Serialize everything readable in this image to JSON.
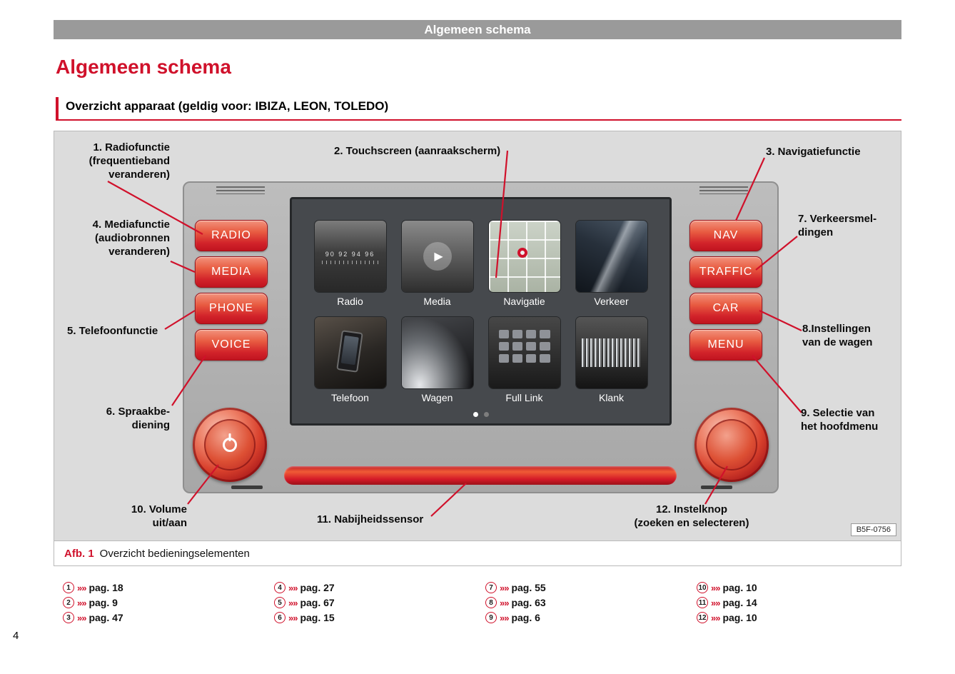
{
  "colors": {
    "accent_red": "#d0112b",
    "button_red_light": "#f2927c",
    "button_red_dark": "#c01420",
    "header_gray": "#9a9a9a",
    "figure_background": "#dcdcdc"
  },
  "page": {
    "number": "4",
    "header_bar_title": "Algemeen schema",
    "title": "Algemeen schema",
    "section_heading": "Overzicht apparaat (geldig voor: IBIZA, LEON, TOLEDO)"
  },
  "figure": {
    "caption_label": "Afb. 1",
    "caption_text": "Overzicht bedieningselementen",
    "image_code": "B5F-0756",
    "device": {
      "left_buttons": [
        "RADIO",
        "MEDIA",
        "PHONE",
        "VOICE"
      ],
      "right_buttons": [
        "NAV",
        "TRAFFIC",
        "CAR",
        "MENU"
      ],
      "radio_scale": "90 92 94 96",
      "play_icon": "▶",
      "tile_labels": [
        "Radio",
        "Media",
        "Navigatie",
        "Verkeer",
        "Telefoon",
        "Wagen",
        "Full Link",
        "Klank"
      ]
    },
    "callouts": {
      "c1": "1. Radiofunctie\n(frequentieband\nveranderen)",
      "c2": "2. Touchscreen (aanraakscherm)",
      "c3": "3. Navigatiefunctie",
      "c4": "4. Mediafunctie\n(audiobronnen\nveranderen)",
      "c5": "5. Telefoonfunctie",
      "c6": "6. Spraakbe-\ndiening",
      "c7": "7. Verkeersmel-\ndingen",
      "c8": "8.Instellingen\nvan de wagen",
      "c9": "9. Selectie van\nhet hoofdmenu",
      "c10": "10. Volume\nuit/aan",
      "c11": "11. Nabijheidssensor",
      "c12": "12. Instelknop\n(zoeken en selecteren)"
    }
  },
  "references": {
    "chevron": "»»",
    "items": [
      {
        "num": "1",
        "page": "pag. 18"
      },
      {
        "num": "2",
        "page": "pag. 9"
      },
      {
        "num": "3",
        "page": "pag. 47"
      },
      {
        "num": "4",
        "page": "pag. 27"
      },
      {
        "num": "5",
        "page": "pag. 67"
      },
      {
        "num": "6",
        "page": "pag. 15"
      },
      {
        "num": "7",
        "page": "pag. 55"
      },
      {
        "num": "8",
        "page": "pag. 63"
      },
      {
        "num": "9",
        "page": "pag. 6"
      },
      {
        "num": "10",
        "page": "pag. 10"
      },
      {
        "num": "11",
        "page": "pag. 14"
      },
      {
        "num": "12",
        "page": "pag. 10"
      }
    ]
  }
}
